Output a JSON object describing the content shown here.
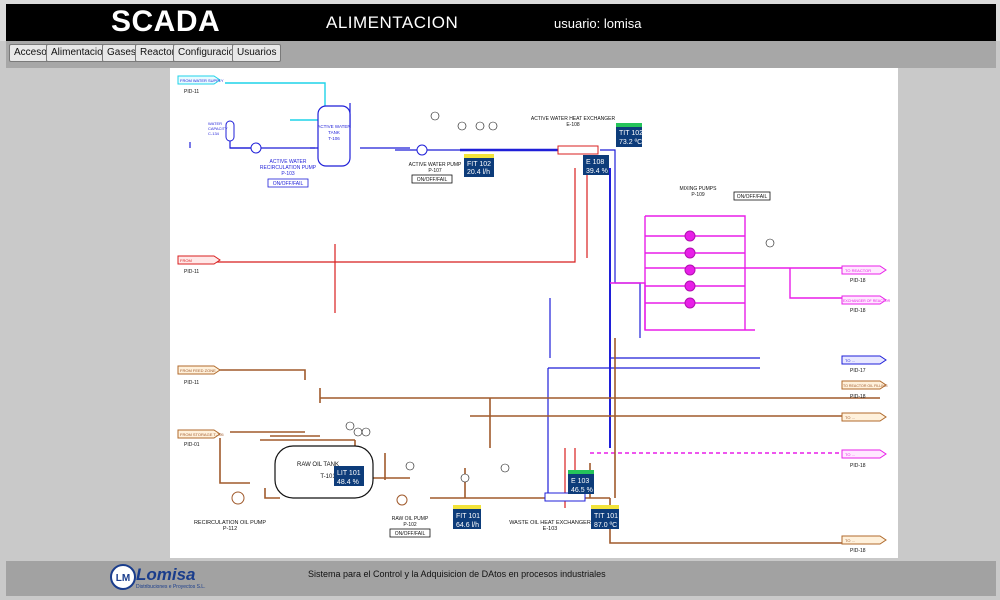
{
  "header": {
    "app_title": "SCADA",
    "page_title": "ALIMENTACION",
    "user_prefix": "usuario:",
    "user_name": "lomisa"
  },
  "nav": {
    "items": [
      "Acceso",
      "Alimentacion",
      "Gases",
      "Reactor",
      "Configuracion",
      "Usuarios"
    ]
  },
  "footer": {
    "description": "Sistema para el Control y la Adquisicion de DAtos en procesos industriales",
    "logo_text": "Lomisa",
    "logo_mark": "LM",
    "logo_subtitle": "Distribuciones e Proyectos S.L."
  },
  "colors": {
    "header_bg": "#000000",
    "nav_bg": "#a7a7a7",
    "footer_bg": "#a2a2a2",
    "readout_bg": "#0d3c7a",
    "readout_text": "#ffffff",
    "indicator_green": "#25c35a",
    "indicator_yellow": "#f2e33a",
    "water_line": "#1f1fd8",
    "cooling_line": "#1fd3e8",
    "mixing_line": "#e81fe8",
    "oil_line": "#a05a2c",
    "red_line": "#d81f1f",
    "tag_fill": "#fff1dc",
    "tag_stroke": "#b06a2c"
  },
  "readouts": {
    "tit102": {
      "tag": "TIT 102",
      "value": "73.2 ºC"
    },
    "fit102": {
      "tag": "FIT 102",
      "value": "20.4 l/h"
    },
    "e108": {
      "tag": "E 108",
      "value": "39.4 %"
    },
    "lit101": {
      "tag": "LIT 101",
      "value": "48.4 %"
    },
    "fit101": {
      "tag": "FIT 101",
      "value": "64.6 l/h"
    },
    "tit101": {
      "tag": "TIT 101",
      "value": "87.0 ºC"
    },
    "e103": {
      "tag": "E 103",
      "value": "46.5 %"
    }
  },
  "diagram_labels": {
    "active_water_tank": [
      "ACTIVE WATER",
      "TANK",
      "T-106"
    ],
    "recirc_pump_103": [
      "ACTIVE WATER",
      "RECIRCULATION PUMP",
      "P-103"
    ],
    "onoff_fail": "ON/OFF/FAIL",
    "active_water_pump": [
      "ACTIVE WATER PUMP",
      "P-107"
    ],
    "heat_exchanger_top": [
      "ACTIVE WATER HEAT EXCHANGER",
      "E-108"
    ],
    "mixing_pumps": [
      "MIXING PUMPS",
      "P-109"
    ],
    "raw_oil_tank": [
      "RAW OIL TANK",
      "T-101"
    ],
    "raw_oil_pump": [
      "RAW OIL PUMP",
      "P-102"
    ],
    "recirc_oil_pump": [
      "RECIRCULATION OIL PUMP",
      "P-112"
    ],
    "waste_oil_hx": [
      "WASTE OIL HEAT EXCHANGER",
      "E-103"
    ],
    "water_capacity": [
      "WATER",
      "CAPACITY",
      "C-134"
    ]
  },
  "offpage_tags": {
    "left": [
      {
        "label": "FROM WATER SUPPLY",
        "ref": "PID-11"
      },
      {
        "label": "FROM",
        "ref": "PID-11"
      },
      {
        "label": "FROM FEED ZONE",
        "ref": "PID-11"
      },
      {
        "label": "FROM STORAGE T-705",
        "ref": "PID-01"
      }
    ],
    "right": [
      {
        "label": "TO REACTOR",
        "ref": "PID-18"
      },
      {
        "label": "EXCHANGER OF REACTOR",
        "ref": "PID-18"
      },
      {
        "label": "TO ...",
        "ref": "PID-17"
      },
      {
        "label": "TO REACTOR OIL FILLING",
        "ref": "PID-18"
      },
      {
        "label": "TO ...",
        "ref": ""
      },
      {
        "label": "TO ...",
        "ref": "PID-18"
      },
      {
        "label": "TO ...",
        "ref": "PID-18"
      }
    ]
  }
}
